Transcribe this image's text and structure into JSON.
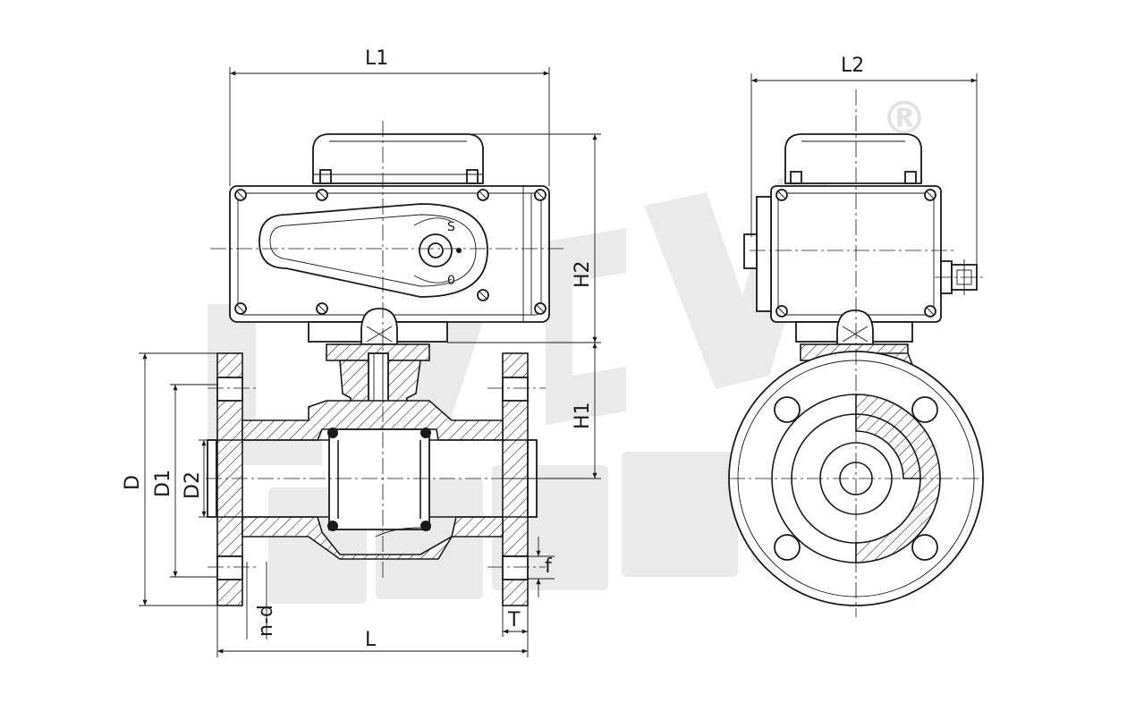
{
  "dimensions": {
    "L1": "L1",
    "L2": "L2",
    "H1": "H1",
    "H2": "H2",
    "D": "D",
    "D1": "D1",
    "D2": "D2",
    "L": "L",
    "f": "f",
    "n_d": "n-d",
    "T": "T"
  },
  "indicator": {
    "S": "S",
    "O": "0"
  },
  "watermark": {
    "registered_mark": "®"
  },
  "colors": {
    "line": "#1a1a1a",
    "background": "#ffffff",
    "watermark": "#cfcfcf"
  }
}
